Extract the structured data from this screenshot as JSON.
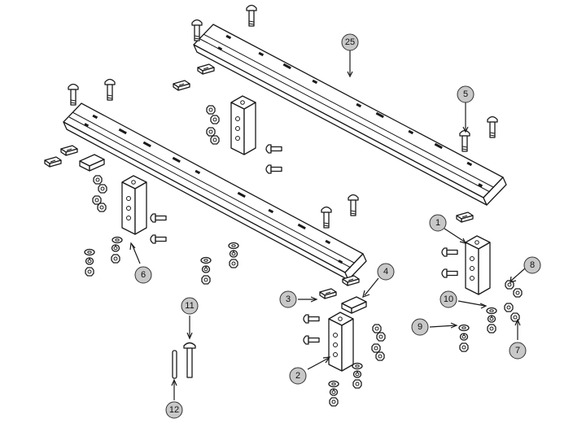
{
  "diagram": {
    "callouts": [
      {
        "id": "25",
        "label": "25"
      },
      {
        "id": "5",
        "label": "5"
      },
      {
        "id": "1",
        "label": "1"
      },
      {
        "id": "8",
        "label": "8"
      },
      {
        "id": "10",
        "label": "10"
      },
      {
        "id": "9",
        "label": "9"
      },
      {
        "id": "7",
        "label": "7"
      },
      {
        "id": "6",
        "label": "6"
      },
      {
        "id": "4",
        "label": "4"
      },
      {
        "id": "3",
        "label": "3"
      },
      {
        "id": "2",
        "label": "2"
      },
      {
        "id": "11",
        "label": "11"
      },
      {
        "id": "12",
        "label": "12"
      }
    ],
    "callout_color": "#c8c8c8",
    "line_color": "#1a1a1a"
  }
}
